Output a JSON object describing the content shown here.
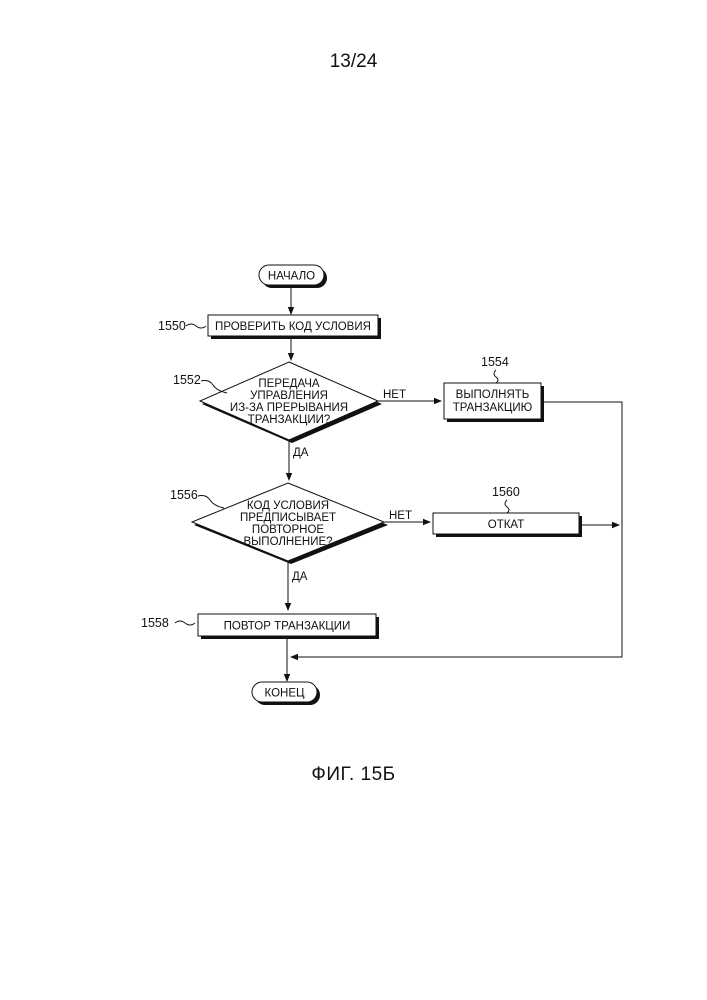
{
  "page": {
    "number": "13/24",
    "figure_caption": "ФИГ. 15Б"
  },
  "flowchart": {
    "start": {
      "label": "НАЧАЛО"
    },
    "check_code": {
      "ref": "1550",
      "label": "ПРОВЕРИТЬ КОД УСЛОВИЯ"
    },
    "decision_abort": {
      "ref": "1552",
      "lines": [
        "ПЕРЕДАЧА",
        "УПРАВЛЕНИЯ",
        "ИЗ-ЗА ПРЕРЫВАНИЯ",
        "ТРАНЗАКЦИИ?"
      ],
      "no_label": "НЕТ",
      "yes_label": "ДА"
    },
    "execute_transaction": {
      "ref": "1554",
      "lines": [
        "ВЫПОЛНЯТЬ",
        "ТРАНЗАКЦИЮ"
      ]
    },
    "decision_retry": {
      "ref": "1556",
      "lines": [
        "КОД УСЛОВИЯ",
        "ПРЕДПИСЫВАЕТ",
        "ПОВТОРНОЕ",
        "ВЫПОЛНЕНИЕ?"
      ],
      "no_label": "НЕТ",
      "yes_label": "ДА"
    },
    "rollback": {
      "ref": "1560",
      "label": "ОТКАТ"
    },
    "retry_transaction": {
      "ref": "1558",
      "label": "ПОВТОР ТРАНЗАКЦИИ"
    },
    "end": {
      "label": "КОНЕЦ"
    }
  }
}
